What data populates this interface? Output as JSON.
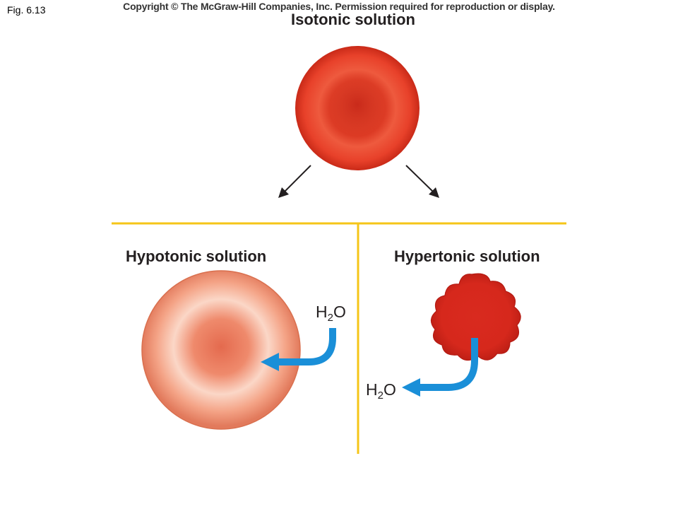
{
  "header": {
    "fig_label": "Fig. 6.13",
    "copyright": "Copyright © The McGraw-Hill Companies, Inc. Permission required for reproduction or display."
  },
  "panels": {
    "isotonic": {
      "title": "Isotonic solution"
    },
    "hypotonic": {
      "title": "Hypotonic solution",
      "water_label_main": "H",
      "water_label_sub": "2",
      "water_label_end": "O"
    },
    "hypertonic": {
      "title": "Hypertonic solution",
      "water_label_main": "H",
      "water_label_sub": "2",
      "water_label_end": "O"
    }
  },
  "colors": {
    "divider": "#f5c518",
    "water_arrow": "#1a8fd8",
    "cell_isotonic": "#e8412a",
    "cell_hypotonic": "#f29a7e",
    "cell_hypertonic": "#d9261c"
  },
  "icons": {
    "water_flow_in": "curved-arrow-into-cell-icon",
    "water_flow_out": "curved-arrow-out-of-cell-icon"
  }
}
